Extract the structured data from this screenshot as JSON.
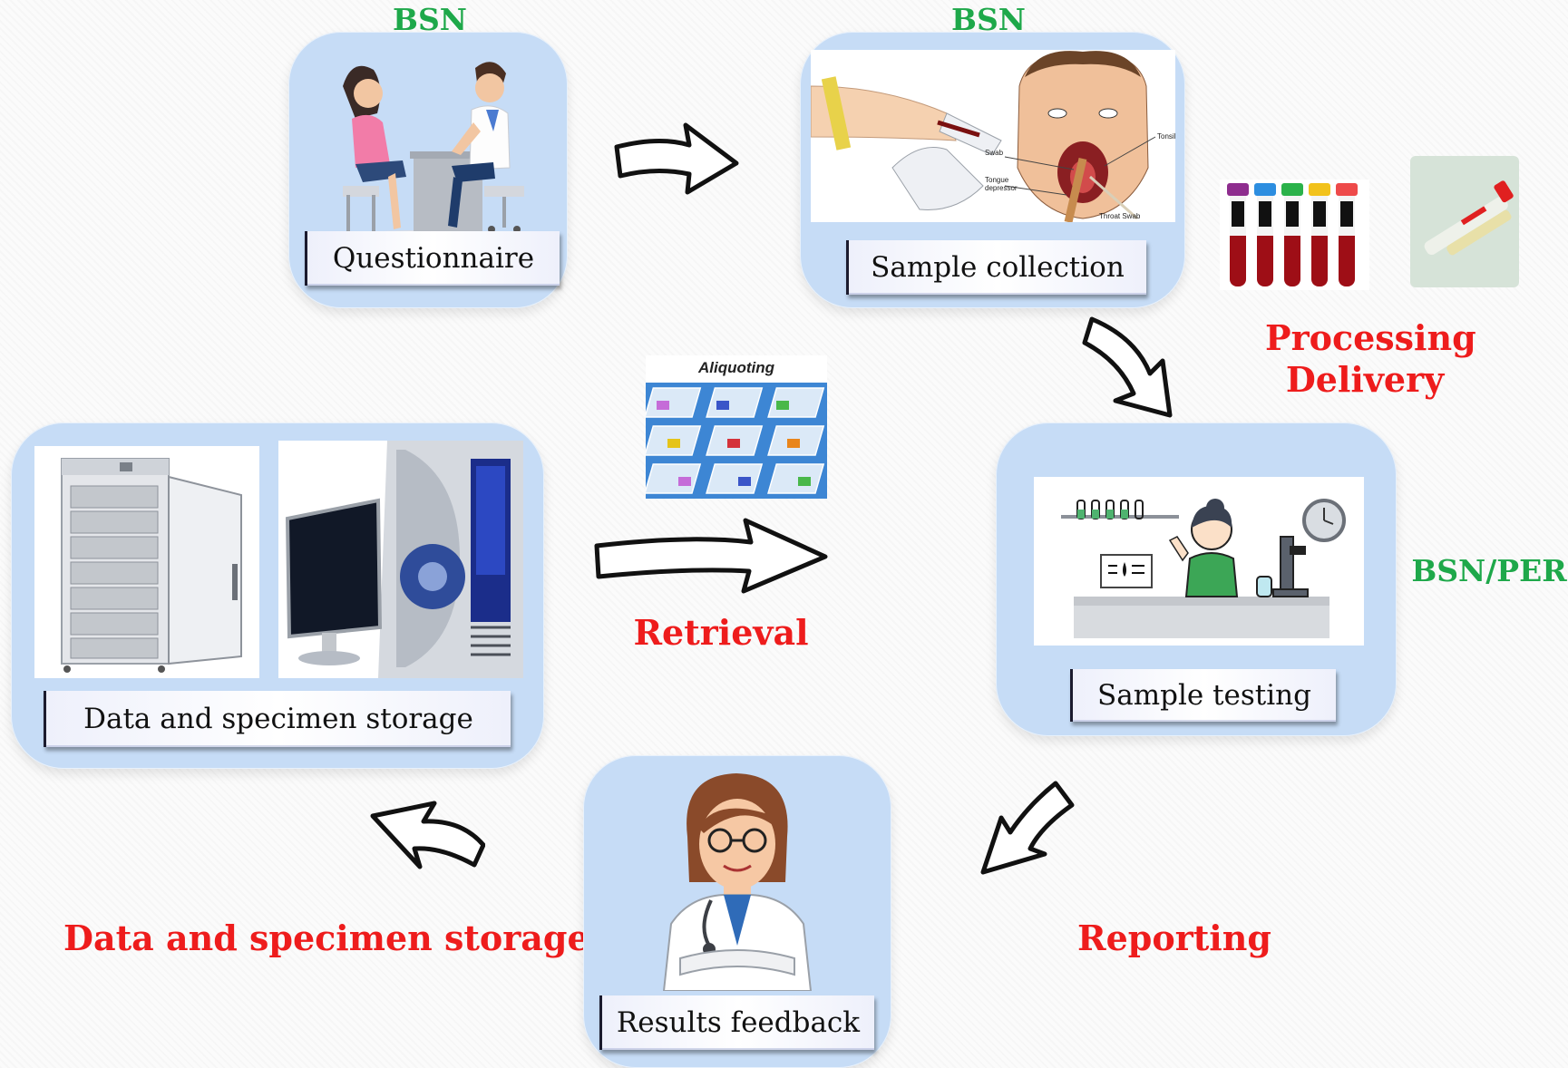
{
  "roles": {
    "questionnaire": "BSN",
    "collection": "BSN",
    "testing": "BSN/PER"
  },
  "steps": {
    "questionnaire": "Questionnaire",
    "collection": "Sample collection",
    "testing": "Sample testing",
    "feedback": "Results feedback",
    "storage": "Data and specimen storage"
  },
  "processes": {
    "processing": "Processing",
    "delivery": "Delivery",
    "retrieval": "Retrieval",
    "reporting": "Reporting",
    "storage": "Data and specimen storage"
  },
  "illustration_text": {
    "aliquoting": "Aliquoting",
    "tonsils": "Tonsils",
    "swab": "Swab",
    "tongue_depressor_1": "Tongue",
    "tongue_depressor_2": "depressor",
    "throat_swab": "Throat Swab"
  },
  "colors": {
    "panel": "#c6dcf6",
    "role_green": "#1ea84a",
    "process_red": "#ee1c1c"
  }
}
